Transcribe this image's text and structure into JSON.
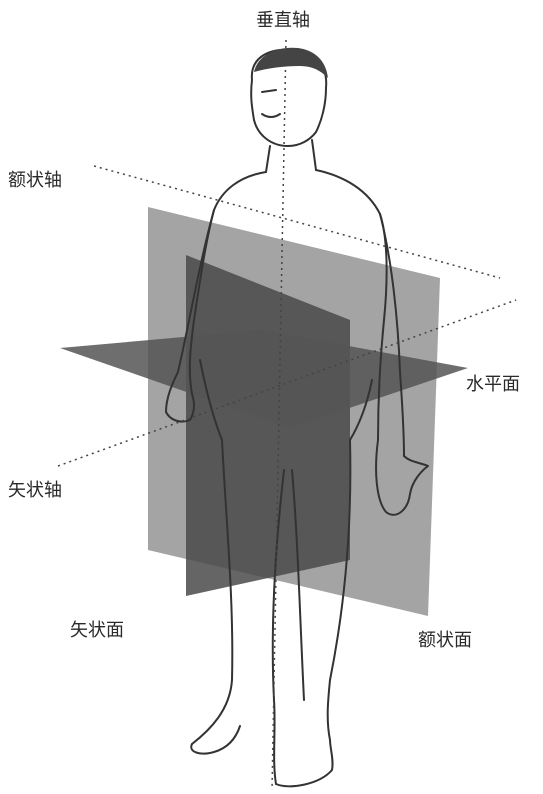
{
  "labels": {
    "vertical_axis": "垂直轴",
    "frontal_axis": "额状轴",
    "horizontal_plane": "水平面",
    "sagittal_axis": "矢状轴",
    "sagittal_plane": "矢状面",
    "frontal_plane": "额状面"
  },
  "colors": {
    "background": "#ffffff",
    "frontal_plane_fill": "#9c9c9c",
    "sagittal_plane_fill": "#4a4a4a",
    "horizontal_plane_fill": "#555555",
    "body_outline": "#333333",
    "axis_dots": "#444444",
    "label_text": "#2a2a2a"
  }
}
